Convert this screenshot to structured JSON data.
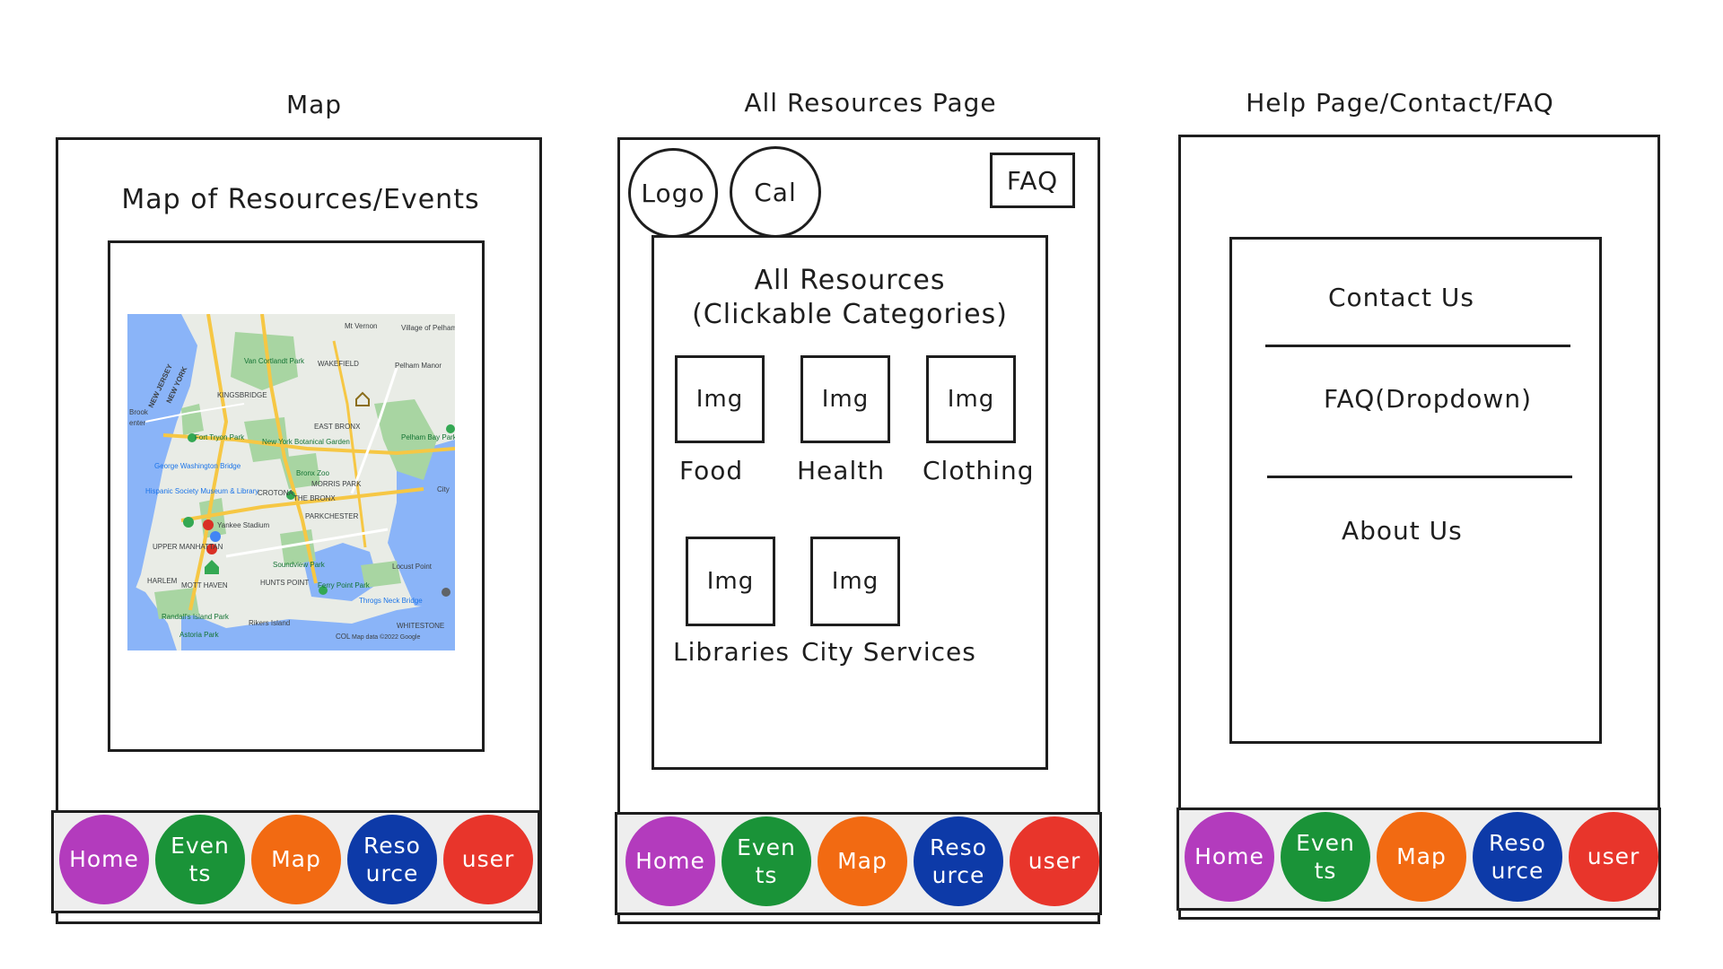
{
  "screens": {
    "map": {
      "title": "Map",
      "heading": "Map of Resources/Events",
      "map_labels": {
        "mt_vernon": "Mt Vernon",
        "village_pelham": "Village of Pelham",
        "van_cortlandt": "Van Cortlandt Park",
        "wakefield": "WAKEFIELD",
        "pelham_manor": "Pelham Manor",
        "new_jersey": "NEW JERSEY",
        "new_york": "NEW YORK",
        "kingsbridge": "KINGSBRIDGE",
        "brook": "Brook",
        "enter": "enter",
        "fort_tryon": "Fort Tryon Park",
        "botanical": "New York Botanical Garden",
        "east_bronx": "EAST BRONX",
        "pelham_bay": "Pelham Bay Park",
        "gw_bridge": "George Washington Bridge",
        "bronx_zoo": "Bronx Zoo",
        "morris_park": "MORRIS PARK",
        "city": "City",
        "hispanic": "Hispanic Society Museum & Library",
        "crotona": "CROTONA",
        "the_bronx": "THE BRONX",
        "parkchester": "PARKCHESTER",
        "yankee": "Yankee Stadium",
        "upper_manhattan": "UPPER MANHATTAN",
        "soundview": "Soundview Park",
        "locust_point": "Locust Point",
        "harlem": "HARLEM",
        "mott_haven": "MOTT HAVEN",
        "hunts_point": "HUNTS POINT",
        "ferry_point": "Ferry Point Park",
        "throgs_neck": "Throgs Neck Bridge",
        "randalls": "Randall's Island Park",
        "rikers": "Rikers Island",
        "whitestone": "WHITESTONE",
        "astoria": "Astoria Park",
        "col": "COL",
        "map_data": "Map data ©2022 Google"
      }
    },
    "resources": {
      "title": "All Resources Page",
      "logo": "Logo",
      "cal": "Cal",
      "faq": "FAQ",
      "heading_line1": "All Resources",
      "heading_line2": "(Clickable Categories)",
      "categories": [
        {
          "img": "Img",
          "label": "Food"
        },
        {
          "img": "Img",
          "label": "Health"
        },
        {
          "img": "Img",
          "label": "Clothing"
        },
        {
          "img": "Img",
          "label": "Libraries"
        },
        {
          "img": "Img",
          "label": "City Services"
        }
      ]
    },
    "help": {
      "title": "Help Page/Contact/FAQ",
      "contact": "Contact Us",
      "faq": "FAQ(Dropdown)",
      "about": "About Us"
    }
  },
  "nav": [
    {
      "label": "Home",
      "color": "#b33bbd"
    },
    {
      "label": "Even ts",
      "color": "#1a9338"
    },
    {
      "label": "Map",
      "color": "#f26a12"
    },
    {
      "label": "Reso urce",
      "color": "#0d3aa8"
    },
    {
      "label": "user",
      "color": "#e8352b"
    }
  ]
}
